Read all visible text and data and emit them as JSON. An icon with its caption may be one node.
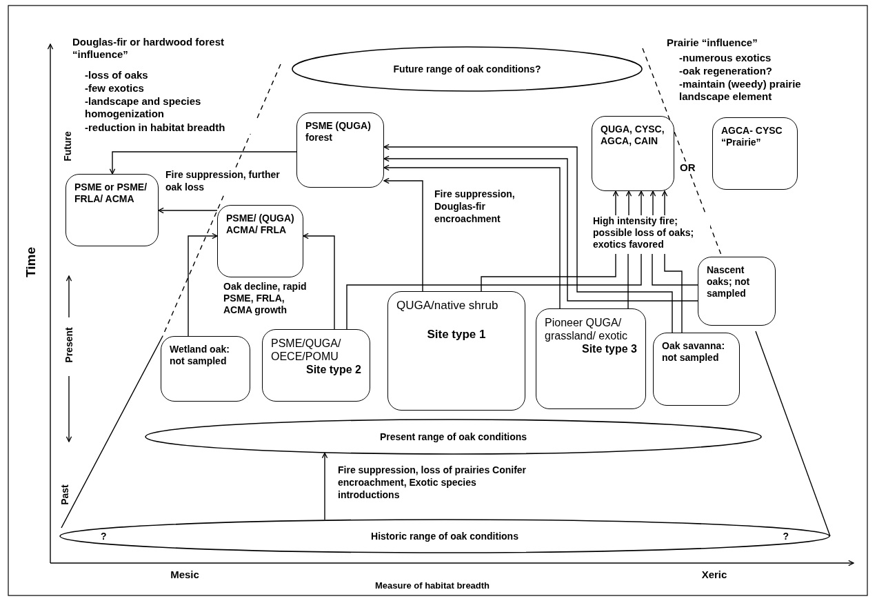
{
  "diagram": {
    "nodes": [
      {
        "text": [
          "Future range of oak conditions?"
        ]
      },
      {
        "text": [
          "PSME (QUGA) forest"
        ]
      },
      {
        "text": [
          "QUGA, CYSC, AGCA, CAIN"
        ]
      },
      {
        "text": [
          "AGCA- CYSC “Prairie”"
        ]
      },
      {
        "text": [
          "PSME or PSME/ FRLA/ ACMA"
        ]
      },
      {
        "text": [
          "PSME/ (QUGA) ACMA/ FRLA"
        ],
        "beside": [
          "Oak decline, rapid PSME, FRLA, ACMA growth"
        ]
      },
      {
        "text": [
          "High intensity fire; possible loss of oaks; exotics favored"
        ]
      },
      {
        "text": [
          "Nascent oaks; not sampled"
        ]
      },
      {
        "text": [
          "Wetland oak: not sampled"
        ]
      },
      {
        "text": [
          "PSME/QUGA/ OECE/POMU",
          "Site type 2"
        ]
      },
      {
        "text": [
          "QUGA/native shrub",
          "Site type 1"
        ]
      },
      {
        "text": [
          "Pioneer QUGA/ grassland/ exotic",
          "Site type 3"
        ]
      },
      {
        "text": [
          "Oak savanna: not sampled"
        ]
      },
      {
        "text": [
          "Present range of oak conditions"
        ]
      },
      {
        "text": [
          "?",
          "Historic range of oak conditions",
          "?"
        ]
      }
    ],
    "edges": [
      {
        "from": 1,
        "to": 4,
        "arrow": "to"
      },
      {
        "from": 5,
        "to": 4,
        "arrow": "to",
        "label": "Fire suppression, further oak loss"
      },
      {
        "from": 8,
        "to": 5,
        "arrow": "to"
      },
      {
        "from": 9,
        "to": 5,
        "arrow": "to"
      },
      {
        "from": 10,
        "to": 1,
        "arrow": "to",
        "label": "Fire suppression, Douglas-fir encroachment"
      },
      {
        "from": 11,
        "to": 1,
        "arrow": "to"
      },
      {
        "from": 7,
        "to": 1,
        "arrow": "to"
      },
      {
        "from": 12,
        "to": 1,
        "arrow": "to"
      },
      {
        "from": 10,
        "to": 6,
        "arrow": "none"
      },
      {
        "from": 11,
        "to": 6,
        "arrow": "none"
      },
      {
        "from": 9,
        "to": 6,
        "arrow": "none"
      },
      {
        "from": 7,
        "to": 6,
        "arrow": "none"
      },
      {
        "from": 12,
        "to": 6,
        "arrow": "none"
      },
      {
        "from": 6,
        "to": 2,
        "arrow": "to"
      },
      {
        "from": 6,
        "to": 2,
        "arrow": "to"
      },
      {
        "from": 6,
        "to": 2,
        "arrow": "to"
      },
      {
        "from": 6,
        "to": 2,
        "arrow": "to"
      },
      {
        "from": 6,
        "to": 2,
        "arrow": "to"
      },
      {
        "from": 14,
        "to": 13,
        "arrow": "to",
        "label": "Fire suppression, loss of prairies Conifer encroachment, Exotic species introductions"
      }
    ],
    "labels": [
      "Douglas-fir or hardwood forest “influence”",
      "-loss of oaks",
      "-few exotics",
      "-landscape and species homogenization",
      "-reduction in habitat breadth",
      "Prairie “influence”",
      "-numerous exotics",
      "-oak regeneration?",
      "-maintain (weedy) prairie landscape element",
      "Future",
      "OR",
      "Time",
      "Present",
      "Past",
      "Mesic",
      "Measure of habitat breadth",
      "Xeric"
    ]
  }
}
